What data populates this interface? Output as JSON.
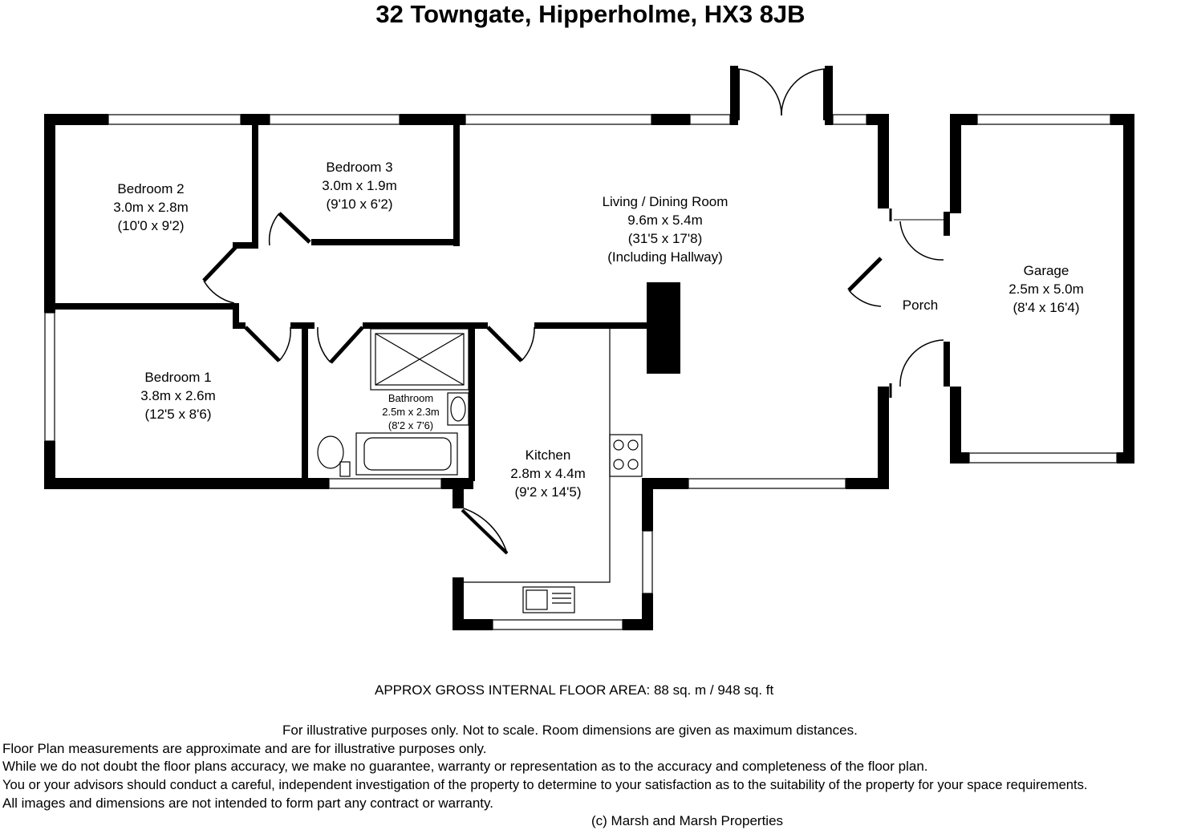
{
  "title": "32 Towngate, Hipperholme, HX3 8JB",
  "rooms": {
    "bedroom2": {
      "name": "Bedroom 2",
      "metric": "3.0m x 2.8m",
      "imperial": "(10'0 x 9'2)"
    },
    "bedroom3": {
      "name": "Bedroom 3",
      "metric": "3.0m x 1.9m",
      "imperial": "(9'10 x 6'2)"
    },
    "living": {
      "name": "Living / Dining Room",
      "metric": "9.6m x 5.4m",
      "imperial": "(31'5 x 17'8)",
      "note": "(Including Hallway)"
    },
    "bedroom1": {
      "name": "Bedroom 1",
      "metric": "3.8m x 2.6m",
      "imperial": "(12'5 x 8'6)"
    },
    "bathroom": {
      "name": "Bathroom",
      "metric": "2.5m x 2.3m",
      "imperial": "(8'2 x 7'6)"
    },
    "kitchen": {
      "name": "Kitchen",
      "metric": "2.8m x 4.4m",
      "imperial": "(9'2 x 14'5)"
    },
    "porch": {
      "name": "Porch"
    },
    "garage": {
      "name": "Garage",
      "metric": "2.5m x 5.0m",
      "imperial": "(8'4 x 16'4)"
    }
  },
  "floor_area": "APPROX GROSS INTERNAL FLOOR AREA:   88 sq. m  / 948 sq. ft",
  "disclaimer": {
    "line1": "For illustrative purposes only.  Not to scale.  Room dimensions are given as maximum distances.",
    "line2": "Floor Plan measurements are approximate and are for illustrative purposes only.",
    "line3": "While we do not doubt the floor plans accuracy, we make no guarantee, warranty or representation as to the accuracy and completeness of the floor plan.",
    "line4": "You or your advisors should conduct a careful, independent investigation of the property to determine to your satisfaction as to the suitability of the property for your space requirements.",
    "line5": " All images and dimensions are not intended to form part any contract or warranty."
  },
  "copyright": "(c) Marsh and Marsh Properties"
}
